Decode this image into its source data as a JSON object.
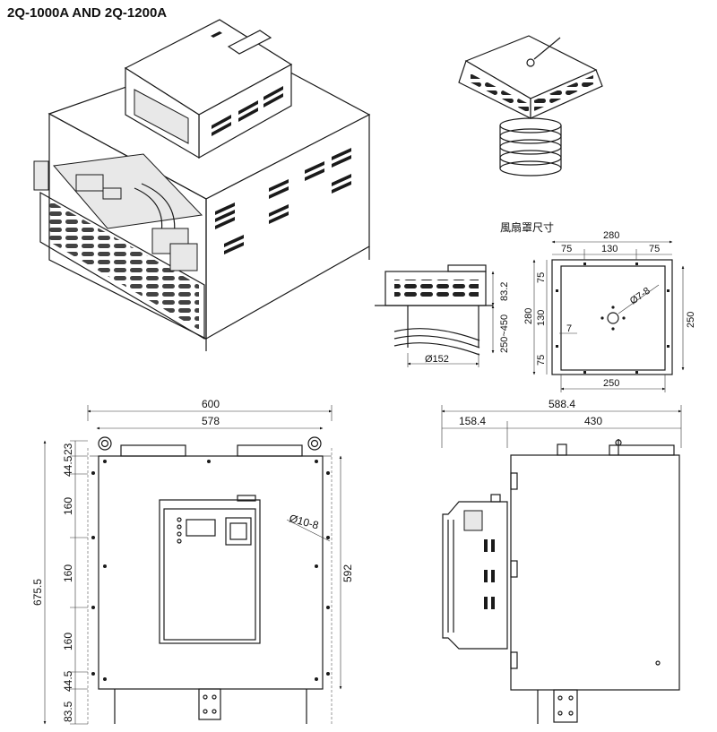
{
  "title": "2Q-1000A AND 2Q-1200A",
  "fan_section": {
    "label": "風扇罩尺寸",
    "side_dims": {
      "height": "83.2",
      "length": "250~450",
      "dia": "Ø152"
    },
    "top_dims": {
      "width": "280",
      "seg_left": "75",
      "seg_mid": "130",
      "seg_right": "75",
      "left_total": "280",
      "left_top": "75",
      "left_mid": "130",
      "left_bot": "75",
      "right_total": "250",
      "bottom": "250",
      "hole": "Ø7-8",
      "center": "7"
    }
  },
  "front_view": {
    "width_outer": "600",
    "width_inner": "578",
    "height_total": "675.5",
    "height_body": "592",
    "v_23": "23",
    "v_445_top": "44.5",
    "v_160_a": "160",
    "v_160_b": "160",
    "v_160_c": "160",
    "v_445_bot": "44.5",
    "v_835": "83.5",
    "hole": "Ø10-8"
  },
  "side_view": {
    "total": "588.4",
    "left": "158.4",
    "right": "430"
  }
}
